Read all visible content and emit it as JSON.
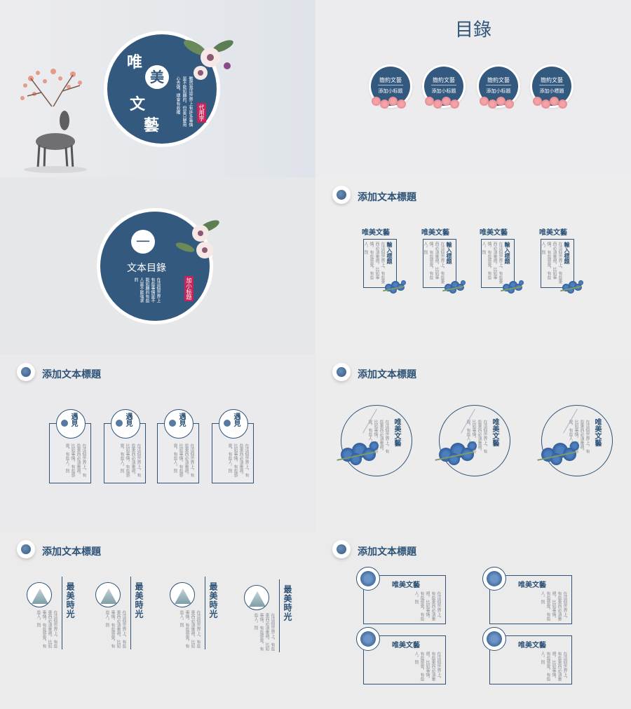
{
  "colors": {
    "navy": "#2e5377",
    "pink": "#c8245a",
    "bg": "#ececee",
    "text_grey": "#8a8f96"
  },
  "s1": {
    "title_chars": [
      "唯",
      "美",
      "文",
      "藝"
    ],
    "tag": "代用字",
    "body": "雖然我這世界上有許多事情是不能如願的，但是只要用心去做，總會有收穫"
  },
  "s2": {
    "title": "目錄",
    "items": [
      {
        "title": "簡約文藝",
        "subtitle": "添加小标题"
      },
      {
        "title": "簡約文藝",
        "subtitle": "添加小标题"
      },
      {
        "title": "簡約文藝",
        "subtitle": "添加小标题"
      },
      {
        "title": "簡約文藝",
        "subtitle": "添加小標題"
      }
    ]
  },
  "s3": {
    "numeral": "一",
    "title": "文本目錄",
    "tag": "加小标题",
    "body": "在這個世界上有些事情是不能如願的有些人是不能強求的"
  },
  "s4": {
    "header": "添加文本標題",
    "cards": [
      {
        "title": "唯美文藝",
        "label": "輸入標題",
        "body": "在這個世界上，有些東西必須重視，比如事情，有些感覺，有些人，則"
      },
      {
        "title": "唯美文藝",
        "label": "輸入標題",
        "body": "在這個世界上，有些東西必須重視，比如事情，有些感覺，有些人，則"
      },
      {
        "title": "唯美文藝",
        "label": "輸入標題",
        "body": "在這個世界上，有些東西必須重視，比如事情，有些感覺，有些人，則"
      },
      {
        "title": "唯美文藝",
        "label": "輸入標題",
        "body": "在這個世界上，有些東西必須重視，比如事情，有些感覺，有些人，則"
      }
    ]
  },
  "s5": {
    "header": "添加文本標題",
    "cards": [
      {
        "badge": "遇見",
        "body": "在這個世界上，有些東西必須重視，比如事情，有些感覺，有些人，則"
      },
      {
        "badge": "遇見",
        "body": "在這個世界上，有些東西必須重視，比如事情，有些感覺，有些人，則"
      },
      {
        "badge": "遇見",
        "body": "在這個世界上，有些東西必須重視，比如事情，有些感覺，有些人，則"
      },
      {
        "badge": "遇見",
        "body": "在這個世界上，有些東西必須重視，比如事情，有些感覺，有些人，則"
      }
    ]
  },
  "s6": {
    "header": "添加文本標題",
    "circles": [
      {
        "title": "唯美文藝",
        "body": "在這個世界上，有些東西必須重視，比如事情，有些感覺，有些人，則"
      },
      {
        "title": "唯美文藝",
        "body": "在這個世界上，有些東西必須重視，比如事情，有些感覺，有些人，則"
      },
      {
        "title": "唯美文藝",
        "body": "在這個世界上，有些東西必須重視，比如事情，有些感覺，有些人，則"
      }
    ]
  },
  "s7": {
    "header": "添加文本標題",
    "items": [
      {
        "title": "最美時光",
        "body": "在這個世界上，有些東西必須重視，比如事情，有些感覺，有些人，則"
      },
      {
        "title": "最美時光",
        "body": "在這個世界上，有些東西必須重視，比如事情，有些感覺，有些人，則"
      },
      {
        "title": "最美時光",
        "body": "在這個世界上，有些東西必須重視，比如事情，有些感覺，有些人，則"
      },
      {
        "title": "最美時光",
        "body": "在這個世界上，有些東西必須重視，比如事情，有些感覺，有些人，則"
      }
    ]
  },
  "s8": {
    "header": "添加文本標題",
    "boxes": [
      {
        "title": "唯美文藝",
        "body": "在這個世界上，有些東西必須重視，比如事情，有些感覺，有些人，則"
      },
      {
        "title": "唯美文藝",
        "body": "在這個世界上，有些東西必須重視，比如事情，有些感覺，有些人，則"
      },
      {
        "title": "唯美文藝",
        "body": "在這個世界上，有些東西必須重視，比如事情，有些感覺，有些人，則"
      },
      {
        "title": "唯美文藝",
        "body": "在這個世界上，有些東西必須重視，比如事情，有些感覺，有些人，則"
      }
    ]
  }
}
